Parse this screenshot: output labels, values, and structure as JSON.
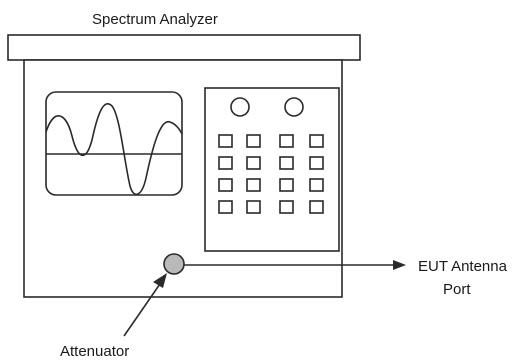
{
  "diagram": {
    "title": "Spectrum Analyzer",
    "labels": {
      "eut_line1": "EUT Antenna",
      "eut_line2": "Port",
      "attenuator": "Attenuator"
    },
    "colors": {
      "stroke": "#2a2a2a",
      "attenuator_fill": "#b9b9b9",
      "background": "#ffffff"
    },
    "front_panel": {
      "knob_count": 2,
      "button_rows": 4,
      "button_cols": 4
    }
  }
}
